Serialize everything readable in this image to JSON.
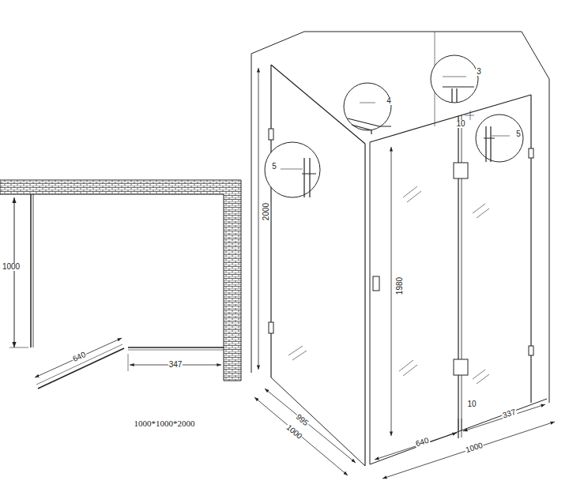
{
  "diagram": {
    "labels": [
      "1000",
      "640",
      "347",
      "1000*1000*2000",
      "2000",
      "1980",
      "5",
      "4",
      "3",
      "10",
      "5",
      "10",
      "995",
      "1000",
      "640",
      "337",
      "1000"
    ]
  }
}
